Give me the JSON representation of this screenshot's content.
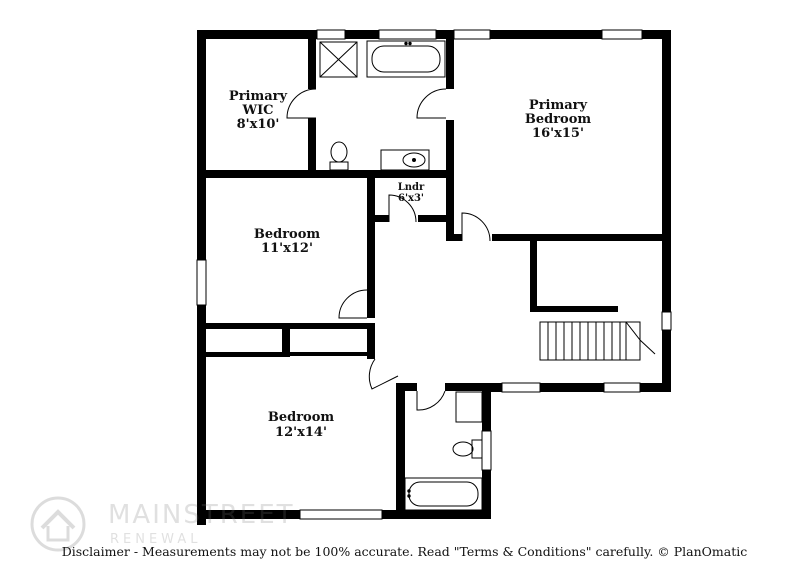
{
  "rooms": {
    "primary_wic": {
      "line1": "Primary",
      "line2": "WIC",
      "size": "8'x10'"
    },
    "primary_bedroom": {
      "line1": "Primary",
      "line2": "Bedroom",
      "size": "16'x15'"
    },
    "laundry": {
      "name": "Lndr",
      "size": "6'x3'"
    },
    "bedroom_2": {
      "name": "Bedroom",
      "size": "11'x12'"
    },
    "bedroom_3": {
      "name": "Bedroom",
      "size": "12'x14'"
    }
  },
  "watermark": {
    "line1": "MAINSTREET",
    "line2": "RENEWAL"
  },
  "disclaimer": "Disclaimer - Measurements may not be 100% accurate. Read \"Terms & Conditions\" carefully. © PlanOmatic",
  "colors": {
    "wall": "#000000",
    "background": "#ffffff",
    "fixture": "#444444"
  }
}
